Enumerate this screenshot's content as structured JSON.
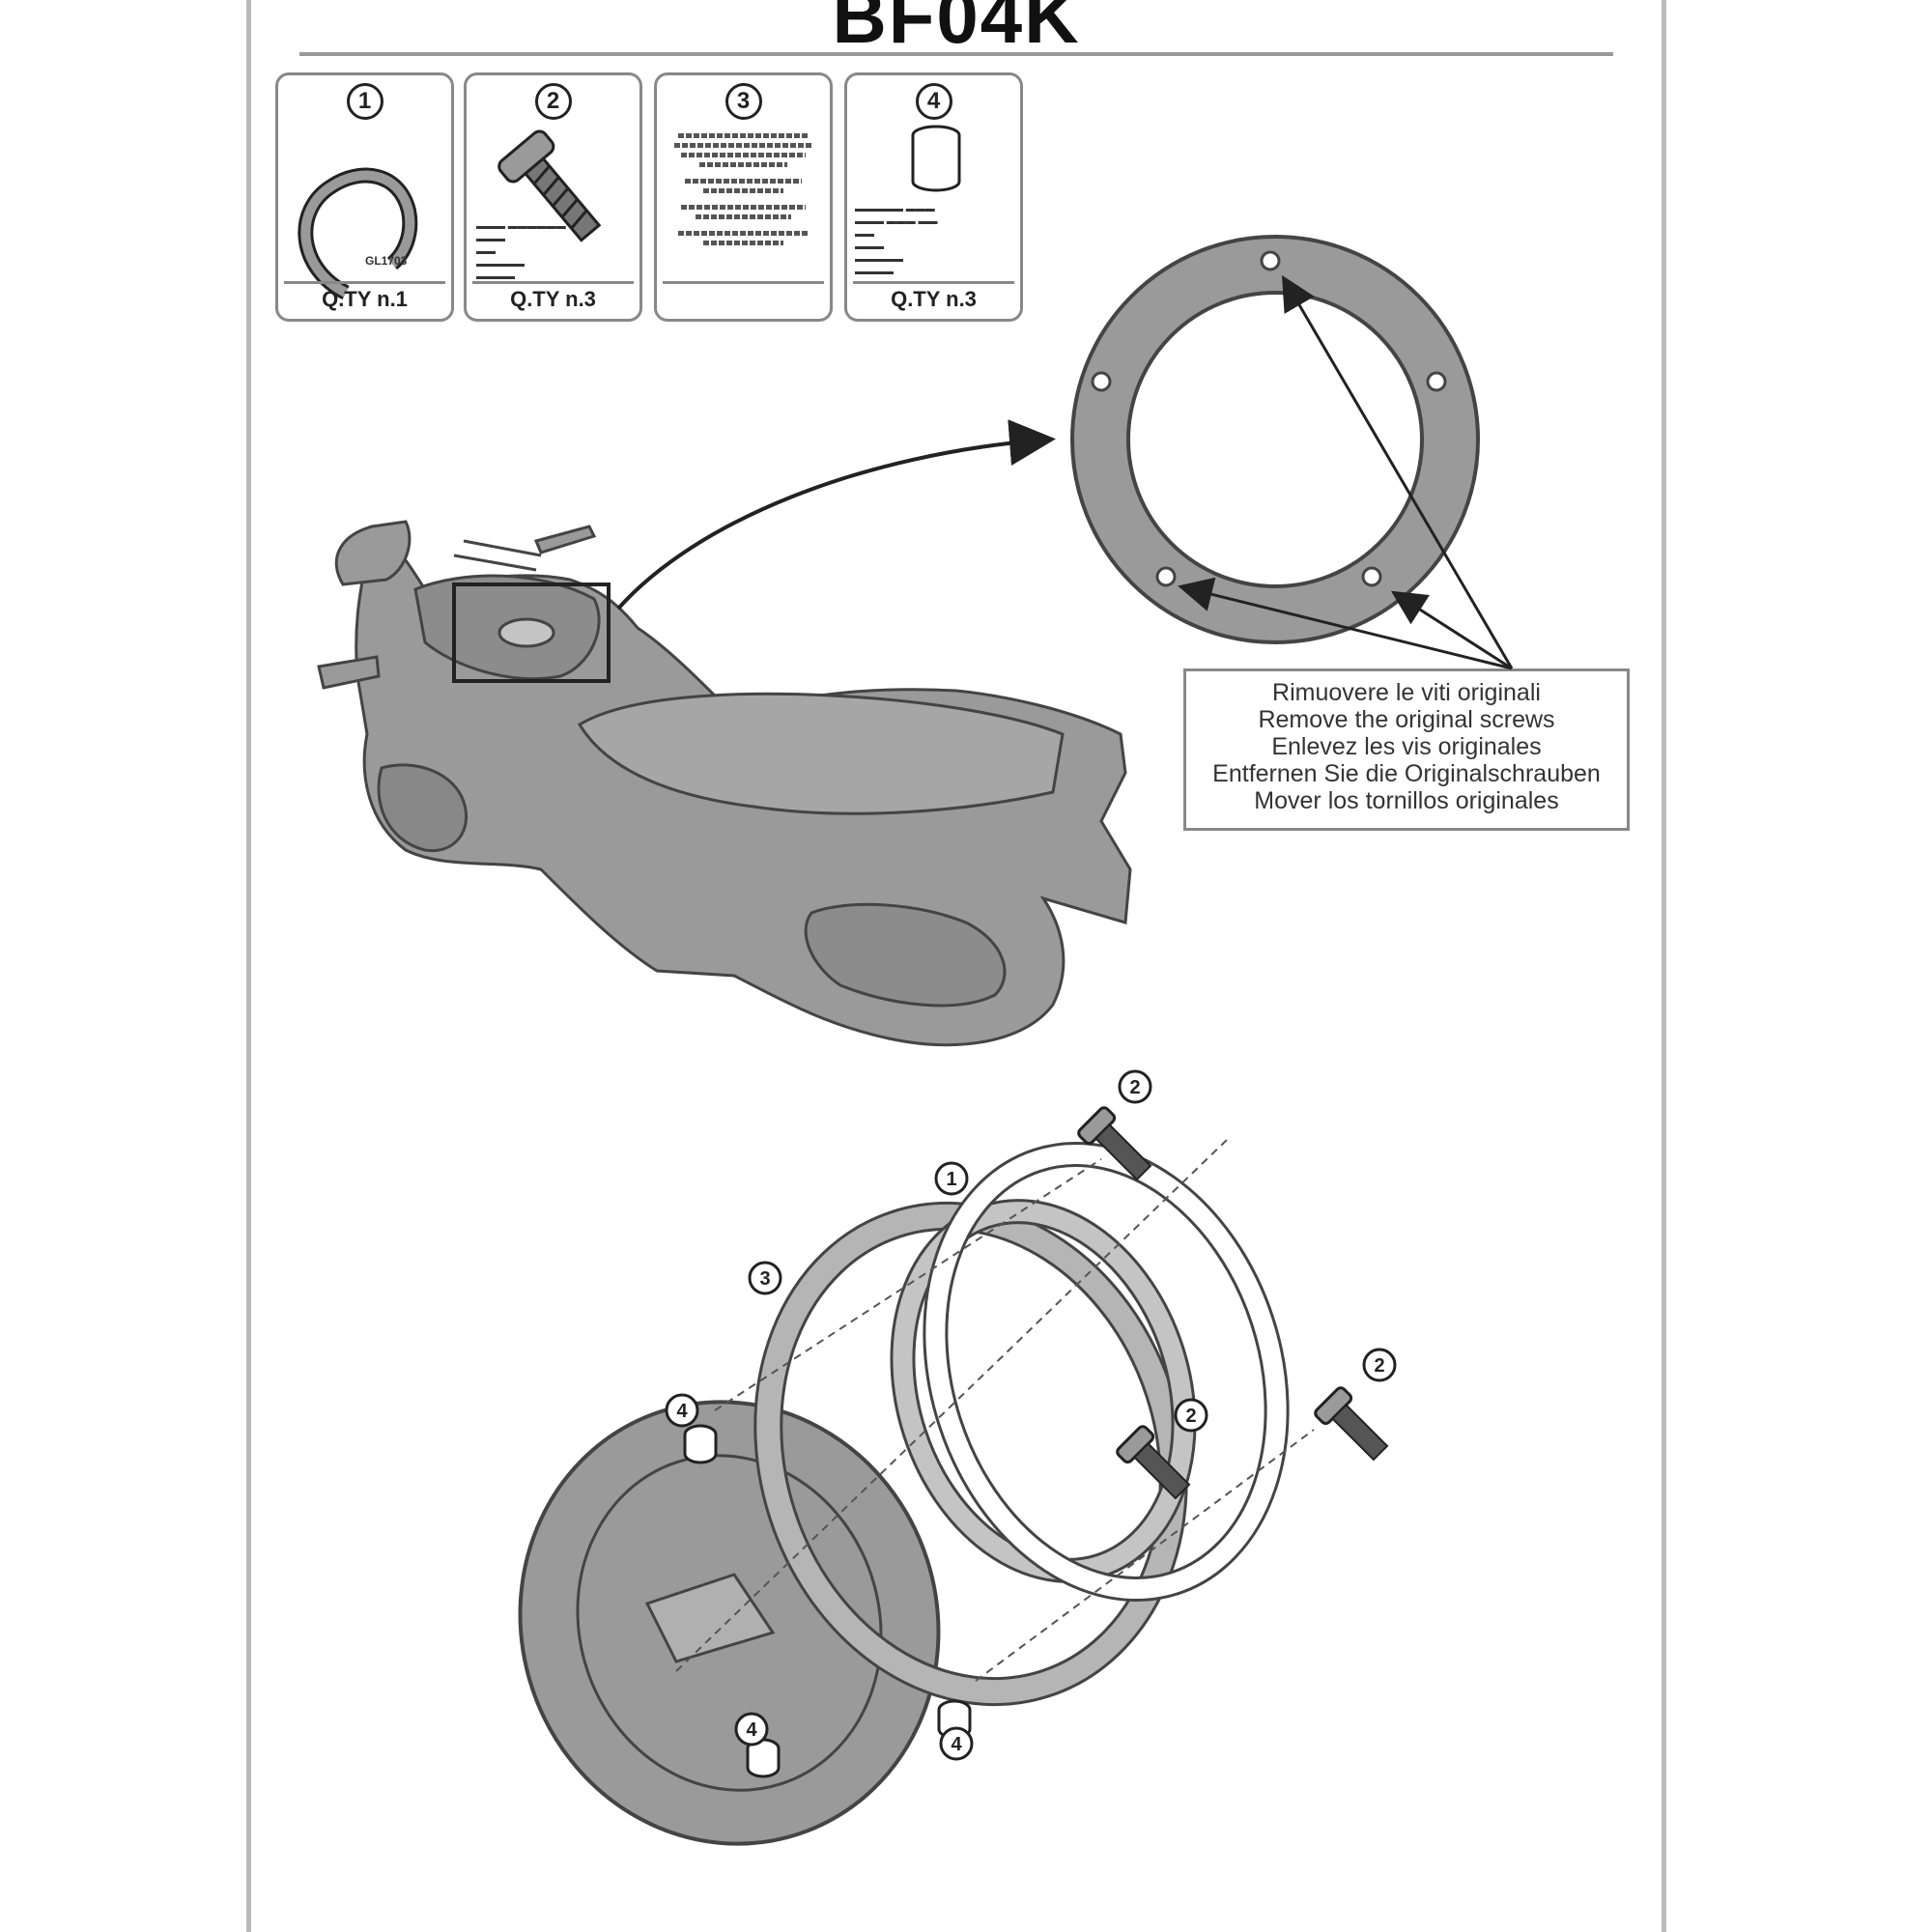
{
  "document": {
    "title": "BF04K"
  },
  "parts": [
    {
      "num": "1",
      "qty": "Q.TY n.1",
      "code": "GL1703",
      "icon": "fixing-ring-icon"
    },
    {
      "num": "2",
      "qty": "Q.TY n.3",
      "icon": "screw-icon"
    },
    {
      "num": "3",
      "qty": "",
      "icon": "instructions-text-icon"
    },
    {
      "num": "4",
      "qty": "Q.TY n.3",
      "icon": "spacer-bushing-icon"
    }
  ],
  "callout": {
    "lines": [
      "Rimuovere le viti originali",
      "Remove the original screws",
      "Enlevez  les vis originales",
      "Entfernen Sie die Originalschrauben",
      "Mover los tornillos originales"
    ]
  },
  "labels": {
    "ring": "1",
    "screw": "2",
    "flange": "3",
    "spacer": "4"
  },
  "colors": {
    "part_fill": "#9a9a9a",
    "line": "#222222",
    "light_fill": "#c4c4c4"
  }
}
